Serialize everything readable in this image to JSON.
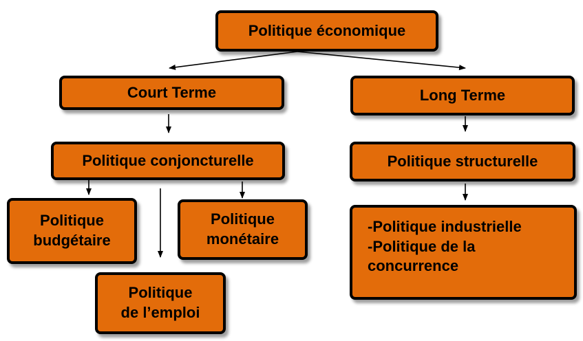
{
  "diagram": {
    "root": {
      "label": "Politique économique"
    },
    "court_terme": {
      "label": "Court Terme"
    },
    "long_terme": {
      "label": "Long Terme"
    },
    "conjoncturelle": {
      "label": "Politique conjoncturelle"
    },
    "structurelle": {
      "label": "Politique structurelle"
    },
    "budgetaire": {
      "lines": [
        "Politique",
        "budgétaire"
      ]
    },
    "monetaire": {
      "lines": [
        "Politique",
        "monétaire"
      ]
    },
    "emploi": {
      "lines": [
        "Politique",
        "de l’emploi"
      ]
    },
    "structurelle_details": {
      "lines": [
        "-Politique industrielle",
        "-Politique de la",
        "concurrence"
      ]
    }
  },
  "colors": {
    "box_fill": "#E36C0A",
    "box_border": "#000000",
    "text": "#000000",
    "arrow": "#000000"
  }
}
